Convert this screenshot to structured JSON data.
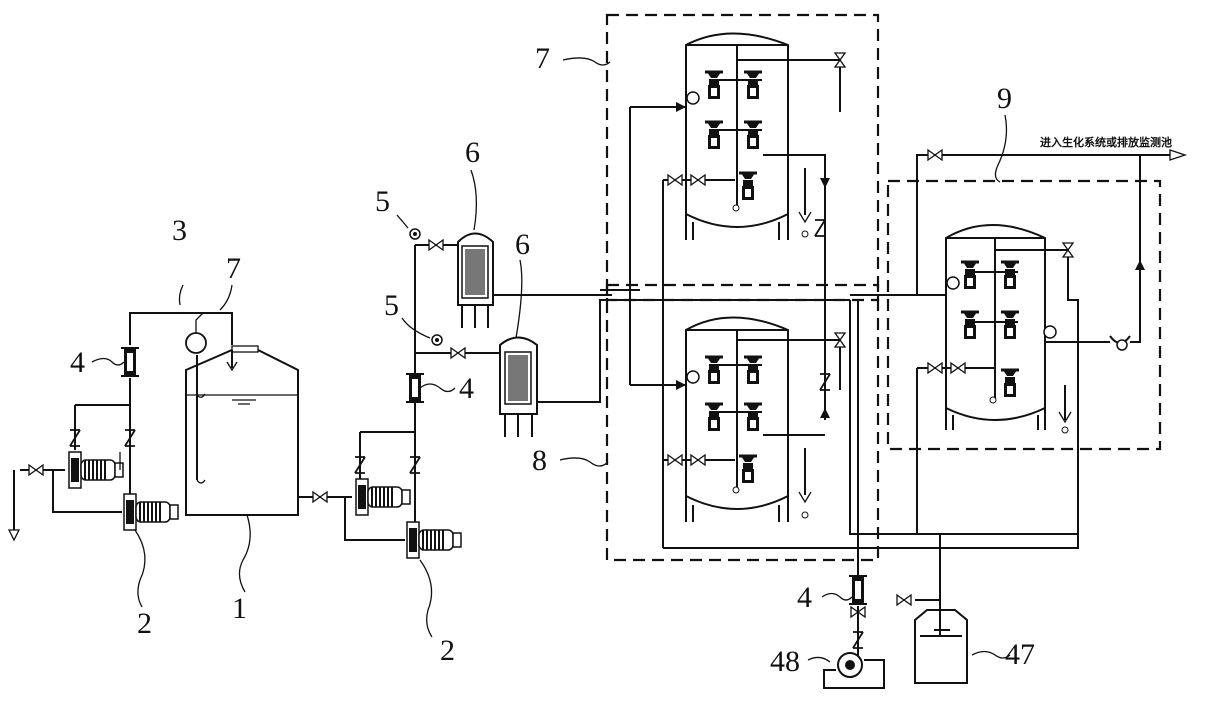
{
  "labels": {
    "tank": "1",
    "pump_left": "2",
    "pump_mid": "2",
    "pipe_top": "3",
    "flowmeter_left": "4",
    "flowmeter_mid": "4",
    "flowmeter_bottom": "4",
    "gauge_upper": "5",
    "gauge_lower": "5",
    "filter_upper": "6",
    "filter_lower": "6",
    "tank_level": "7",
    "group_upper": "7",
    "group_lower": "8",
    "group_right": "9",
    "dosing_tank": "47",
    "dosing_pump": "48"
  },
  "outlet_text": "进入生化系统或排放监测池"
}
